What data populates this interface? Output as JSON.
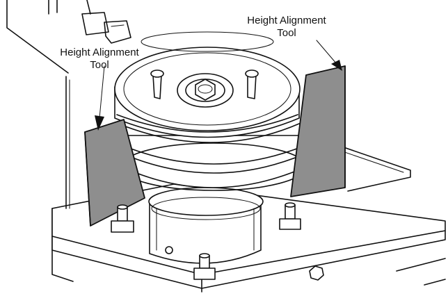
{
  "callouts": {
    "left": {
      "line1": "Height Alignment",
      "line2": "Tool"
    },
    "right": {
      "line1": "Height Alignment",
      "line2": "Tool"
    }
  },
  "colors": {
    "ink": "#111111",
    "tool_fill": "#8e8e8e",
    "background": "#ffffff"
  }
}
